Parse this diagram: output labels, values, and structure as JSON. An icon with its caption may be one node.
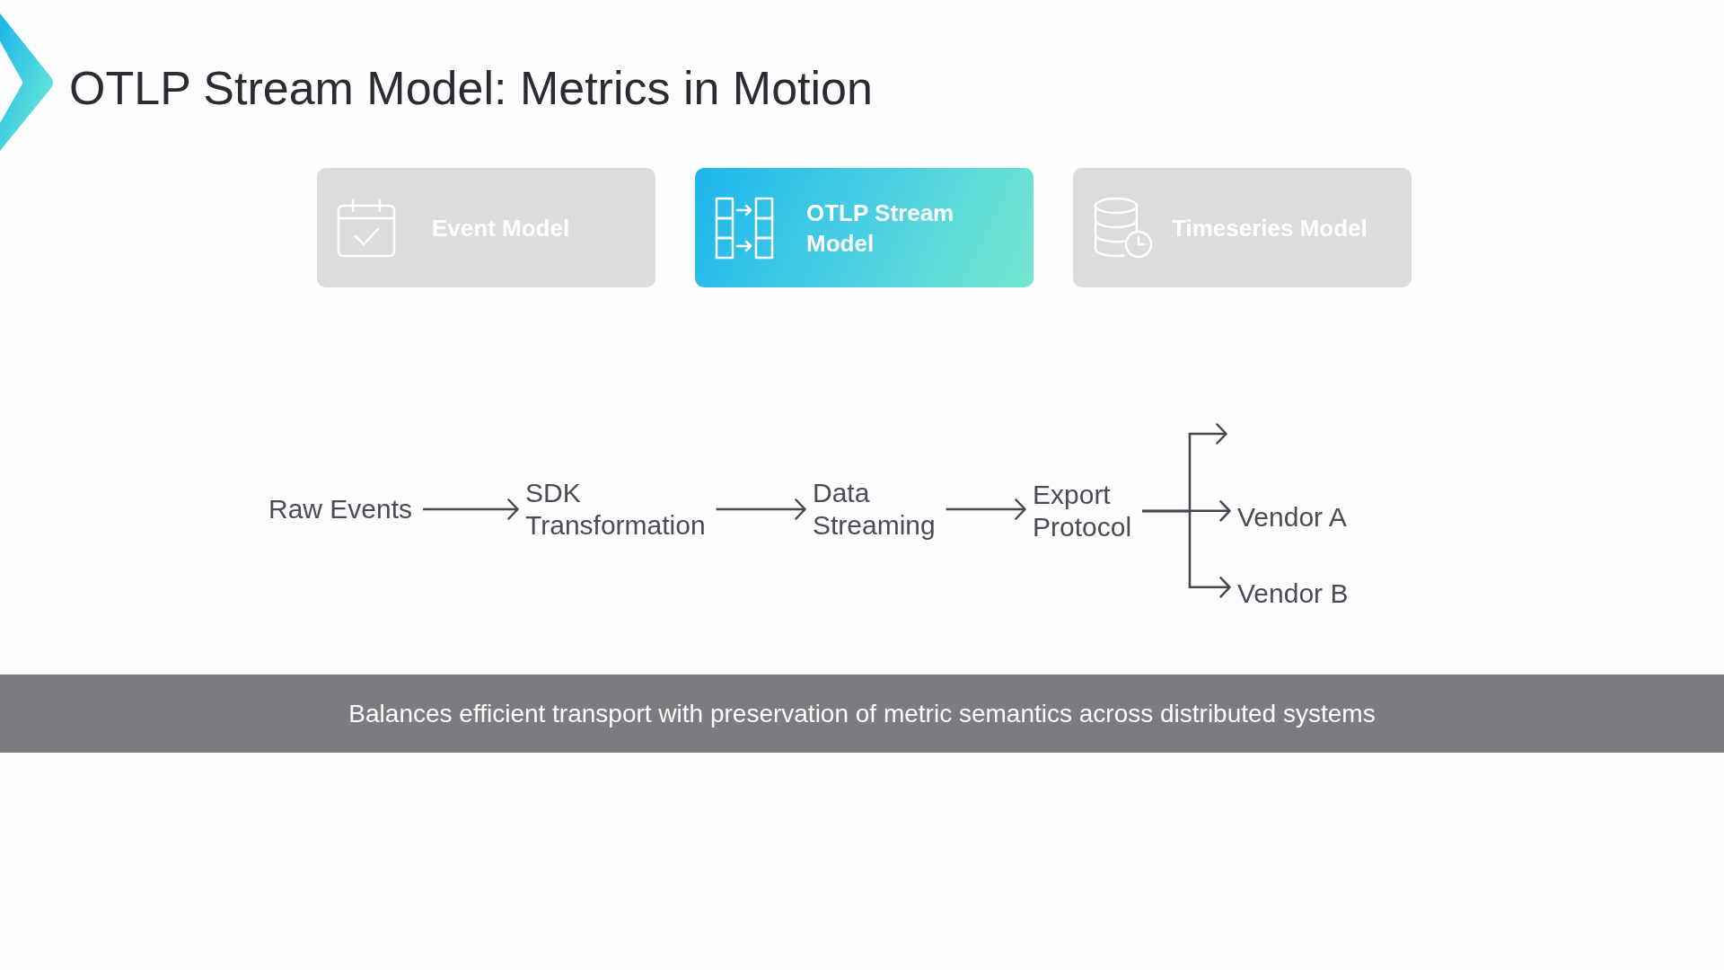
{
  "diagram": {
    "title": "OTLP Stream Model: Metrics in Motion",
    "nodes": [
      {
        "text": [
          "Event Model"
        ]
      },
      {
        "text": [
          "OTLP Stream Model"
        ]
      },
      {
        "text": [
          "Timeseries Model"
        ]
      },
      {
        "text": [
          "Raw Events"
        ]
      },
      {
        "text": [
          "SDK Transformation"
        ]
      },
      {
        "text": [
          "Data Streaming"
        ]
      },
      {
        "text": [
          "Export Protocol"
        ]
      },
      {
        "text": [
          "Vendor A"
        ]
      },
      {
        "text": [
          "Vendor B"
        ]
      },
      {
        "text": [
          "Balances efficient transport with preservation of metric semantics across distributed systems"
        ]
      }
    ],
    "edges": [
      {
        "from": 3,
        "to": 4,
        "arrow": "to"
      },
      {
        "from": 4,
        "to": 5,
        "arrow": "to"
      },
      {
        "from": 5,
        "to": 6,
        "arrow": "to"
      },
      {
        "from": 6,
        "to": null,
        "arrow": "to"
      },
      {
        "from": 6,
        "to": 7,
        "arrow": "to"
      },
      {
        "from": 6,
        "to": 8,
        "arrow": "to"
      }
    ]
  }
}
